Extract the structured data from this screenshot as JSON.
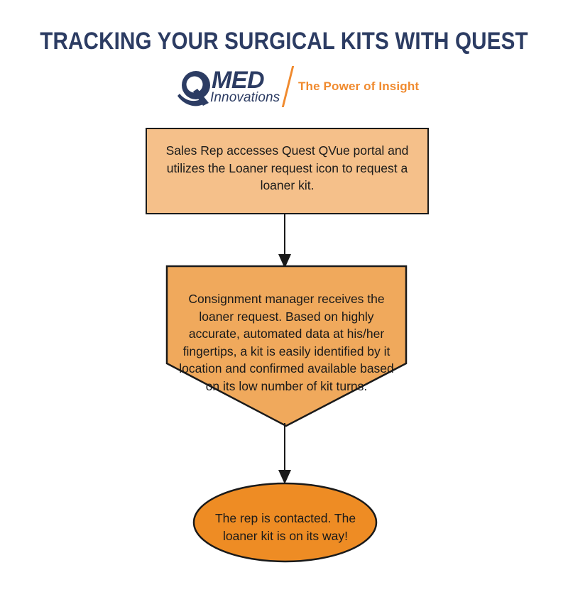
{
  "page": {
    "title": "TRACKING YOUR SURGICAL KITS WITH QUEST",
    "background_color": "#ffffff"
  },
  "logo": {
    "mark_name": "qmed-q-swoosh-mark",
    "wordmark_primary": "MED",
    "wordmark_secondary": "Innovations",
    "tagline": "The Power of Insight",
    "brand_navy": "#2c3c63",
    "brand_orange": "#f08a2e"
  },
  "flow": {
    "nodes": [
      {
        "id": "node-1",
        "shape": "rectangle",
        "text": "Sales Rep accesses Quest QVue portal and utilizes the Loaner request icon to request a loaner kit.",
        "fill": "#f5c08a",
        "stroke": "#1a1a1a"
      },
      {
        "id": "node-2",
        "shape": "pentagon-down",
        "text": "Consignment manager receives the loaner request. Based on highly accurate, automated data at his/her fingertips, a kit is easily identified by it location and confirmed available based on its low number of kit turns.",
        "fill": "#f0a95c",
        "stroke": "#1a1a1a"
      },
      {
        "id": "node-3",
        "shape": "ellipse",
        "text": "The rep is contacted. The loaner kit is on its way!",
        "fill": "#ee8c24",
        "stroke": "#1a1a1a"
      }
    ],
    "connectors": [
      {
        "id": "connector-1",
        "from": "node-1",
        "to": "node-2",
        "direction": "down",
        "color": "#1a1a1a"
      },
      {
        "id": "connector-2",
        "from": "node-2",
        "to": "node-3",
        "direction": "down",
        "color": "#1a1a1a"
      }
    ]
  }
}
